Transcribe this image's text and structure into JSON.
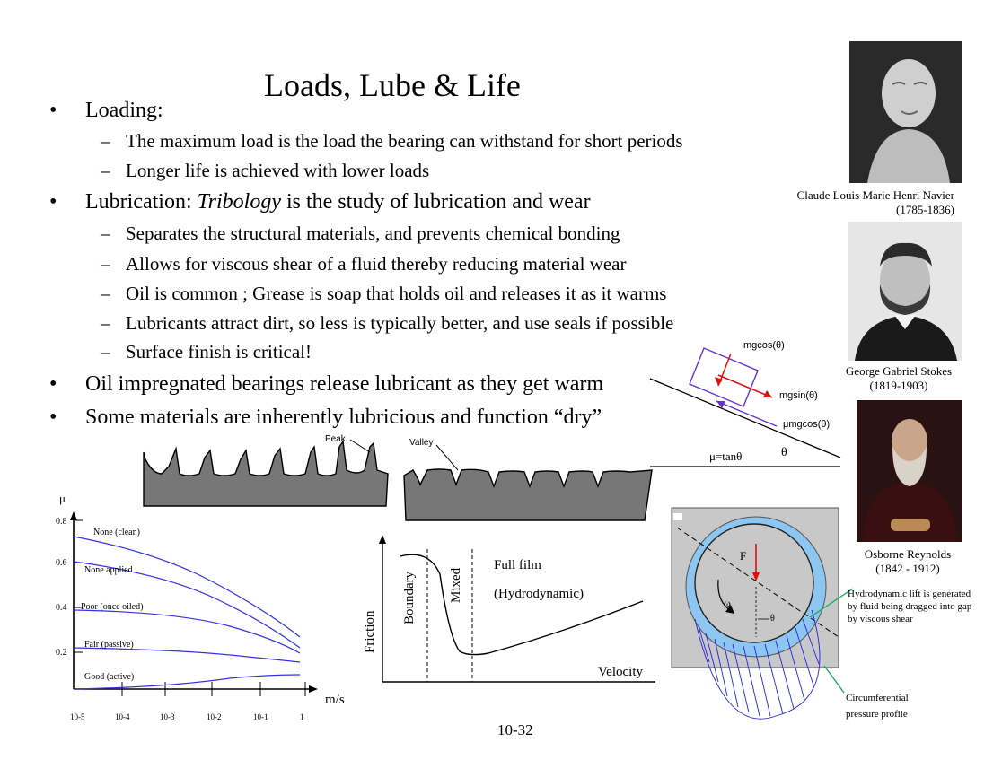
{
  "slide": {
    "title": "Loads, Lube & Life",
    "page_number": "10-32",
    "bullets": [
      {
        "text": "Loading:"
      },
      {
        "pre": "Lubrication: ",
        "em": "Tribology",
        "post": " is the study of lubrication and wear"
      },
      {
        "text": "Oil impregnated bearings release lubricant as they get warm"
      },
      {
        "text": "Some materials are inherently lubricious and function “dry”"
      }
    ],
    "loading_sub": [
      "The maximum load is the load the bearing can withstand for short periods",
      "Longer life is achieved with lower loads"
    ],
    "lube_sub": [
      "Separates the structural materials, and prevents chemical bonding",
      "Allows for viscous shear of a fluid thereby reducing material wear",
      "Oil is common ; Grease is soap that holds oil and releases it as it warms",
      "Lubricants attract dirt, so less is typically better, and use seals if possible",
      "Surface finish is critical!"
    ],
    "bullet_glyph": "•",
    "dash_glyph": "–"
  },
  "portraits": [
    {
      "name": "Claude Louis Marie Henri Navier",
      "years": "(1785-1836)"
    },
    {
      "name": "George Gabriel Stokes",
      "years": "(1819-1903)"
    },
    {
      "name": "Osborne Reynolds",
      "years": "(1842 - 1912)"
    }
  ],
  "incline": {
    "normal_label": "mgcos(θ)",
    "tangent_label": "mgsin(θ)",
    "friction_label": "μmgcos(θ)",
    "mu_label": "μ=tanθ",
    "angle_label": "θ",
    "colors": {
      "block": "#6633cc",
      "force": "#e01010"
    }
  },
  "surface": {
    "peak_label": "Peak",
    "valley_label": "Valley",
    "fill": "#777777"
  },
  "mu_chart": {
    "y_axis_symbol": "μ",
    "x_unit": "m/s",
    "y_ticks": [
      "0.8",
      "0.6",
      "0.4",
      "0.2"
    ],
    "x_ticks": [
      "10-5",
      "10-4",
      "10-3",
      "10-2",
      "10-1",
      "1"
    ],
    "curve_labels": [
      "None (clean)",
      "None applied",
      "Poor (once oiled)",
      "Fair (passive)",
      "Good (active)"
    ],
    "curve_color": "#3333dd"
  },
  "stribeck": {
    "y_label": "Friction",
    "x_label": "Velocity",
    "regimes": [
      "Boundary",
      "Mixed"
    ],
    "full_film": "Full film",
    "hydrodynamic": "(Hydrodynamic)"
  },
  "journal": {
    "force_label": "F",
    "omega_label": "ω",
    "theta_label": "θ",
    "lift_note": "Hydrodynamic lift is generated by fluid being dragged into gap by viscous shear",
    "pressure_note": "Circumferential pressure profile",
    "colors": {
      "housing": "#c8c8c8",
      "film": "#8ec6f2",
      "pressure": "#2222dd",
      "pointer": "#11aa55"
    }
  }
}
